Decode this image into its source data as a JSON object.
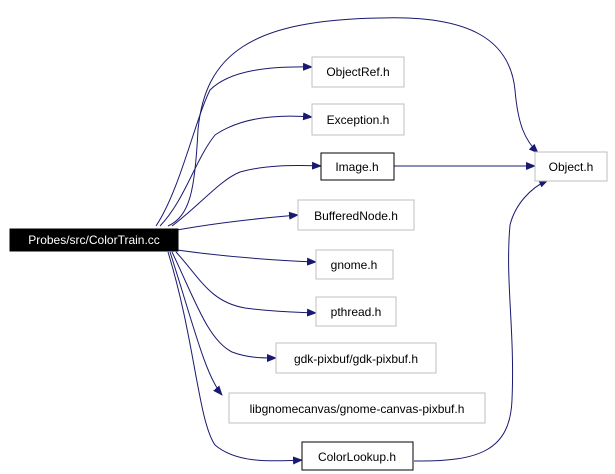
{
  "colors": {
    "edge": "#191970",
    "border_dark": "#000000",
    "border_light": "#bfbfbf",
    "root_fill": "#000000",
    "root_text": "#ffffff",
    "text": "#000000",
    "background": "#ffffff"
  },
  "nodes": {
    "root": "Probes/src/ColorTrain.cc",
    "objectref": "ObjectRef.h",
    "exception": "Exception.h",
    "image": "Image.h",
    "object": "Object.h",
    "bufferednode": "BufferedNode.h",
    "gnome": "gnome.h",
    "pthread": "pthread.h",
    "gdkpixbuf": "gdk-pixbuf/gdk-pixbuf.h",
    "canvaspixbuf": "libgnomecanvas/gnome-canvas-pixbuf.h",
    "colorlookup": "ColorLookup.h"
  }
}
